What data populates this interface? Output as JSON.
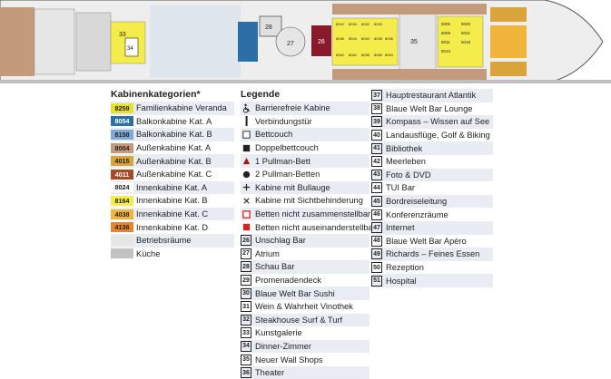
{
  "deck_plan": {
    "cabin_numbers": [
      "8042",
      "8034",
      "8032",
      "8030",
      "8046",
      "8044",
      "8040",
      "8038",
      "8036",
      "8062",
      "8060",
      "8058",
      "8056",
      "8054",
      "5005",
      "5009",
      "5011",
      "5013",
      "5020",
      "5021",
      "5018"
    ],
    "venue_numbers": [
      "33",
      "34",
      "28",
      "27",
      "26",
      "35"
    ]
  },
  "cabin_categories": {
    "heading": "Kabinenkategorien*",
    "items": [
      {
        "code": "8259",
        "label": "Familienkabine Veranda",
        "color": "#e6e02f",
        "text": "#222"
      },
      {
        "code": "8054",
        "label": "Balkonkabine Kat. A",
        "color": "#2b6fa6",
        "text": "#ffffff"
      },
      {
        "code": "8158",
        "label": "Balkonkabine Kat. B",
        "color": "#7fa9d4",
        "text": "#222"
      },
      {
        "code": "8004",
        "label": "Außenkabine Kat. A",
        "color": "#c49a7d",
        "text": "#222"
      },
      {
        "code": "4015",
        "label": "Außenkabine Kat. B",
        "color": "#d9a43a",
        "text": "#222"
      },
      {
        "code": "4011",
        "label": "Außenkabine Kat. C",
        "color": "#a64a26",
        "text": "#ffffff"
      },
      {
        "code": "8024",
        "label": "Innenkabine Kat. A",
        "color": "#ffffff",
        "text": "#222"
      },
      {
        "code": "8164",
        "label": "Innenkabine Kat. B",
        "color": "#f4ec4a",
        "text": "#222"
      },
      {
        "code": "4038",
        "label": "Innenkabine Kat. C",
        "color": "#f2b53c",
        "text": "#222"
      },
      {
        "code": "4136",
        "label": "Innenkabine Kat. D",
        "color": "#e8842a",
        "text": "#222"
      },
      {
        "code": "",
        "label": "Betriebsräume",
        "color": "#e6e6e6",
        "text": "#222"
      },
      {
        "code": "",
        "label": "Küche",
        "color": "#c2c2c2",
        "text": "#222"
      }
    ]
  },
  "legend": {
    "heading": "Legende",
    "symbols": [
      {
        "icon": "wheelchair-icon",
        "label": "Barrierefreie Kabine"
      },
      {
        "icon": "connecting-door-icon",
        "label": "Verbindungstür"
      },
      {
        "icon": "sofa-bed-icon",
        "label": "Bettcouch"
      },
      {
        "icon": "double-sofa-bed-icon",
        "label": "Doppelbettcouch"
      },
      {
        "icon": "pullman-bed-icon",
        "label": "1 Pullman-Bett"
      },
      {
        "icon": "two-pullman-beds-icon",
        "label": "2 Pullman-Betten"
      },
      {
        "icon": "porthole-icon",
        "label": "Kabine mit Bullauge"
      },
      {
        "icon": "obstructed-view-icon",
        "label": "Kabine mit Sichtbehinderung"
      },
      {
        "icon": "beds-joinable-icon",
        "label": "Betten nicht zusammenstellbar"
      },
      {
        "icon": "beds-not-separable-icon",
        "label": "Betten nicht auseinanderstellbar"
      }
    ],
    "venues_a": [
      {
        "num": "26",
        "label": "Unschlag Bar"
      },
      {
        "num": "27",
        "label": "Atrium"
      },
      {
        "num": "28",
        "label": "Schau Bar"
      },
      {
        "num": "29",
        "label": "Promenadendeck"
      },
      {
        "num": "30",
        "label": "Blaue Welt Bar Sushi"
      },
      {
        "num": "31",
        "label": "Wein & Wahrheit Vinothek"
      },
      {
        "num": "32",
        "label": "Steakhouse Surf & Turf"
      },
      {
        "num": "33",
        "label": "Kunstgalerie"
      },
      {
        "num": "34",
        "label": "Dinner-Zimmer"
      },
      {
        "num": "35",
        "label": "Neuer Wall Shops"
      },
      {
        "num": "36",
        "label": "Theater"
      }
    ],
    "venues_b": [
      {
        "num": "37",
        "label": "Hauptrestaurant Atlantik"
      },
      {
        "num": "38",
        "label": "Blaue Welt Bar Lounge"
      },
      {
        "num": "39",
        "label": "Kompass – Wissen auf See"
      },
      {
        "num": "40",
        "label": "Landausflüge, Golf & Biking"
      },
      {
        "num": "41",
        "label": "Bibliothek"
      },
      {
        "num": "42",
        "label": "Meerleben"
      },
      {
        "num": "43",
        "label": "Foto & DVD"
      },
      {
        "num": "44",
        "label": "TUI Bar"
      },
      {
        "num": "45",
        "label": "Bordreiseleitung"
      },
      {
        "num": "46",
        "label": "Konferenzräume"
      },
      {
        "num": "47",
        "label": "Internet"
      },
      {
        "num": "48",
        "label": "Blaue Welt Bar Apéro"
      },
      {
        "num": "49",
        "label": "Richards – Feines Essen"
      },
      {
        "num": "50",
        "label": "Rezeption"
      },
      {
        "num": "51",
        "label": "Hospital"
      }
    ]
  }
}
